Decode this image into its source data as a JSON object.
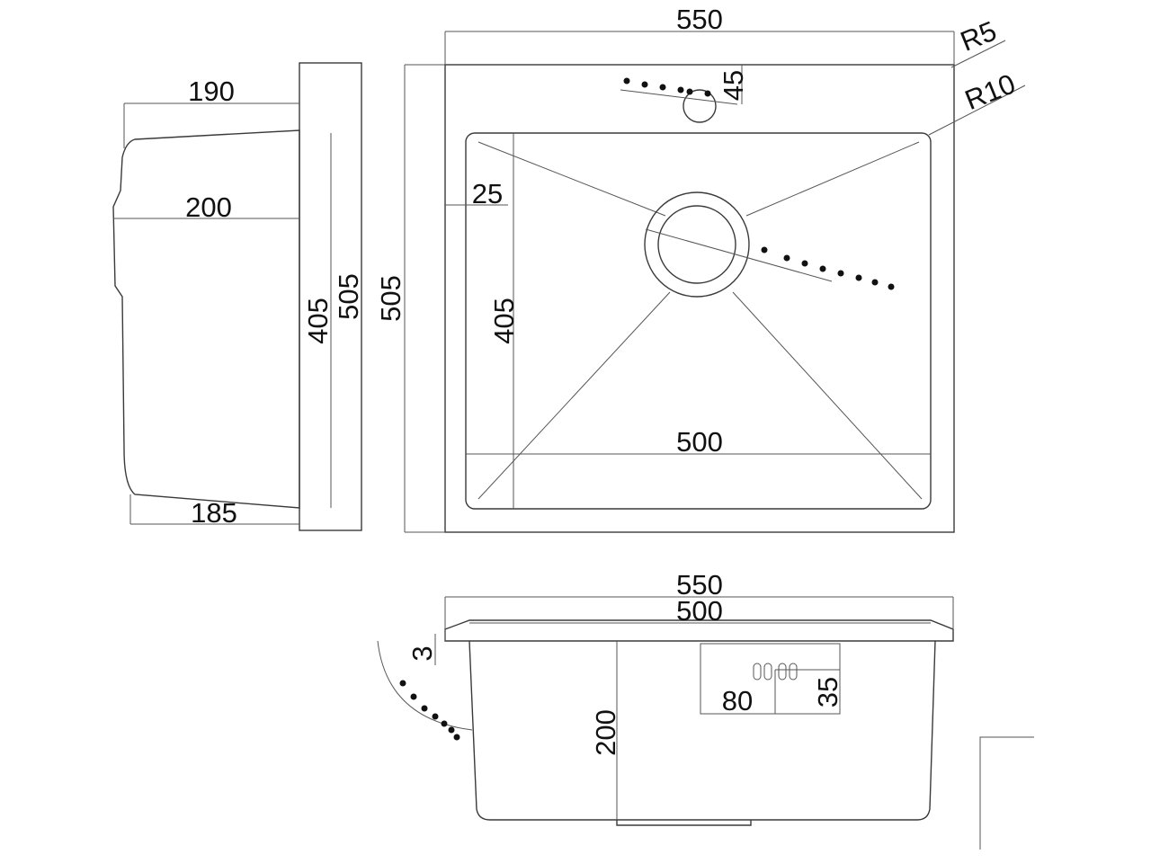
{
  "side_view": {
    "top_depth": "190",
    "middle_depth": "200",
    "bottom_depth": "185",
    "bowl_length": "405",
    "total_length": "505"
  },
  "top_view": {
    "total_width": "550",
    "total_length": "505",
    "corner_radius_outer": "R5",
    "corner_radius_inner": "R10",
    "tap_hole_offset": "45",
    "rim_width": "25",
    "bowl_length": "405",
    "bowl_width": "500"
  },
  "front_view": {
    "total_width": "550",
    "bowl_width": "500",
    "rim_thickness": "3",
    "overflow_width": "80",
    "overflow_offset": "35",
    "bowl_depth": "200"
  }
}
